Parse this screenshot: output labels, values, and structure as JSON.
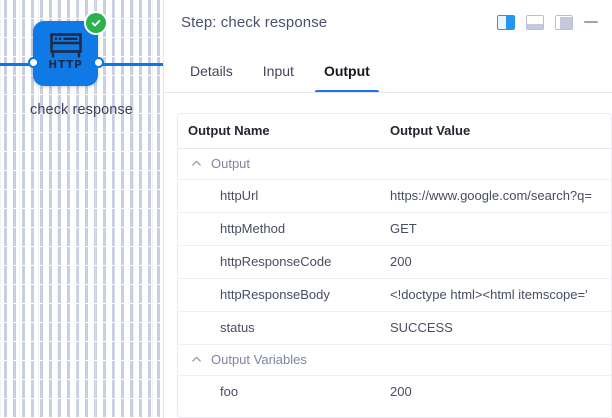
{
  "canvas": {
    "node": {
      "label": "check response",
      "icon_name": "http-node-icon",
      "icon_text": "HTTP",
      "status_badge": "success-check-badge",
      "color": "#0f7ae5",
      "badge_color": "#2bb24c"
    },
    "ports": {
      "input_name": "input-port",
      "output_name": "output-port"
    },
    "wire_color": "#0b77e3"
  },
  "panel": {
    "header": {
      "title": "Step: check response",
      "actions": [
        {
          "name": "dock-right-button",
          "icon": "panel-right-icon",
          "active": true
        },
        {
          "name": "dock-bottom-button",
          "icon": "panel-bottom-icon",
          "active": false
        },
        {
          "name": "dock-side-button",
          "icon": "panel-side-icon",
          "active": false
        },
        {
          "name": "minimize-button",
          "icon": "minimize-icon",
          "active": false
        }
      ]
    },
    "tabs": [
      {
        "label": "Details",
        "active": false
      },
      {
        "label": "Input",
        "active": false
      },
      {
        "label": "Output",
        "active": true
      }
    ],
    "table": {
      "columns": [
        "Output Name",
        "Output Value"
      ],
      "groups": [
        {
          "label": "Output",
          "expanded": true,
          "rows": [
            {
              "name": "httpUrl",
              "value": "https://www.google.com/search?q="
            },
            {
              "name": "httpMethod",
              "value": "GET"
            },
            {
              "name": "httpResponseCode",
              "value": "200"
            },
            {
              "name": "httpResponseBody",
              "value": "<!doctype html><html itemscope='"
            },
            {
              "name": "status",
              "value": "SUCCESS"
            }
          ]
        },
        {
          "label": "Output Variables",
          "expanded": true,
          "rows": [
            {
              "name": "foo",
              "value": "200"
            }
          ]
        }
      ]
    }
  },
  "colors": {
    "accent": "#1a73e8",
    "node_blue": "#0f7ae5",
    "success_green": "#2bb24c",
    "text_primary": "#23262e",
    "text_secondary": "#474d63",
    "text_muted": "#7d84a0"
  }
}
